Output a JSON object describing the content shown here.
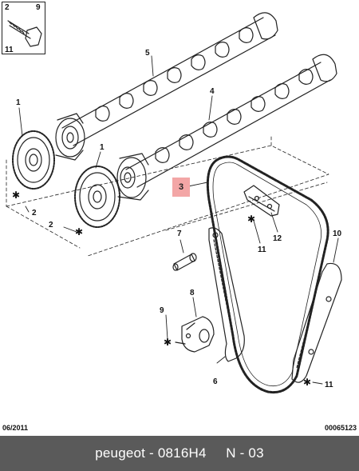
{
  "kit_box": {
    "labels": [
      "2",
      "9",
      "11"
    ]
  },
  "callouts": {
    "c1_top": "1",
    "c1_lower": "1",
    "c2_a": "2",
    "c2_b": "2",
    "c3": "3",
    "c4": "4",
    "c5": "5",
    "c6": "6",
    "c7": "7",
    "c8": "8",
    "c9": "9",
    "c10": "10",
    "c11_a": "11",
    "c11_b": "11",
    "c12": "12"
  },
  "footer": {
    "date": "06/2011",
    "code": "00065123"
  },
  "caption": {
    "brand": "peugeot",
    "separator": "-",
    "part_number": "0816H4",
    "section": "N - 03"
  },
  "colors": {
    "line": "#222222",
    "highlight": "#f3a6a6",
    "caption_bg": "#5a5a5a"
  }
}
